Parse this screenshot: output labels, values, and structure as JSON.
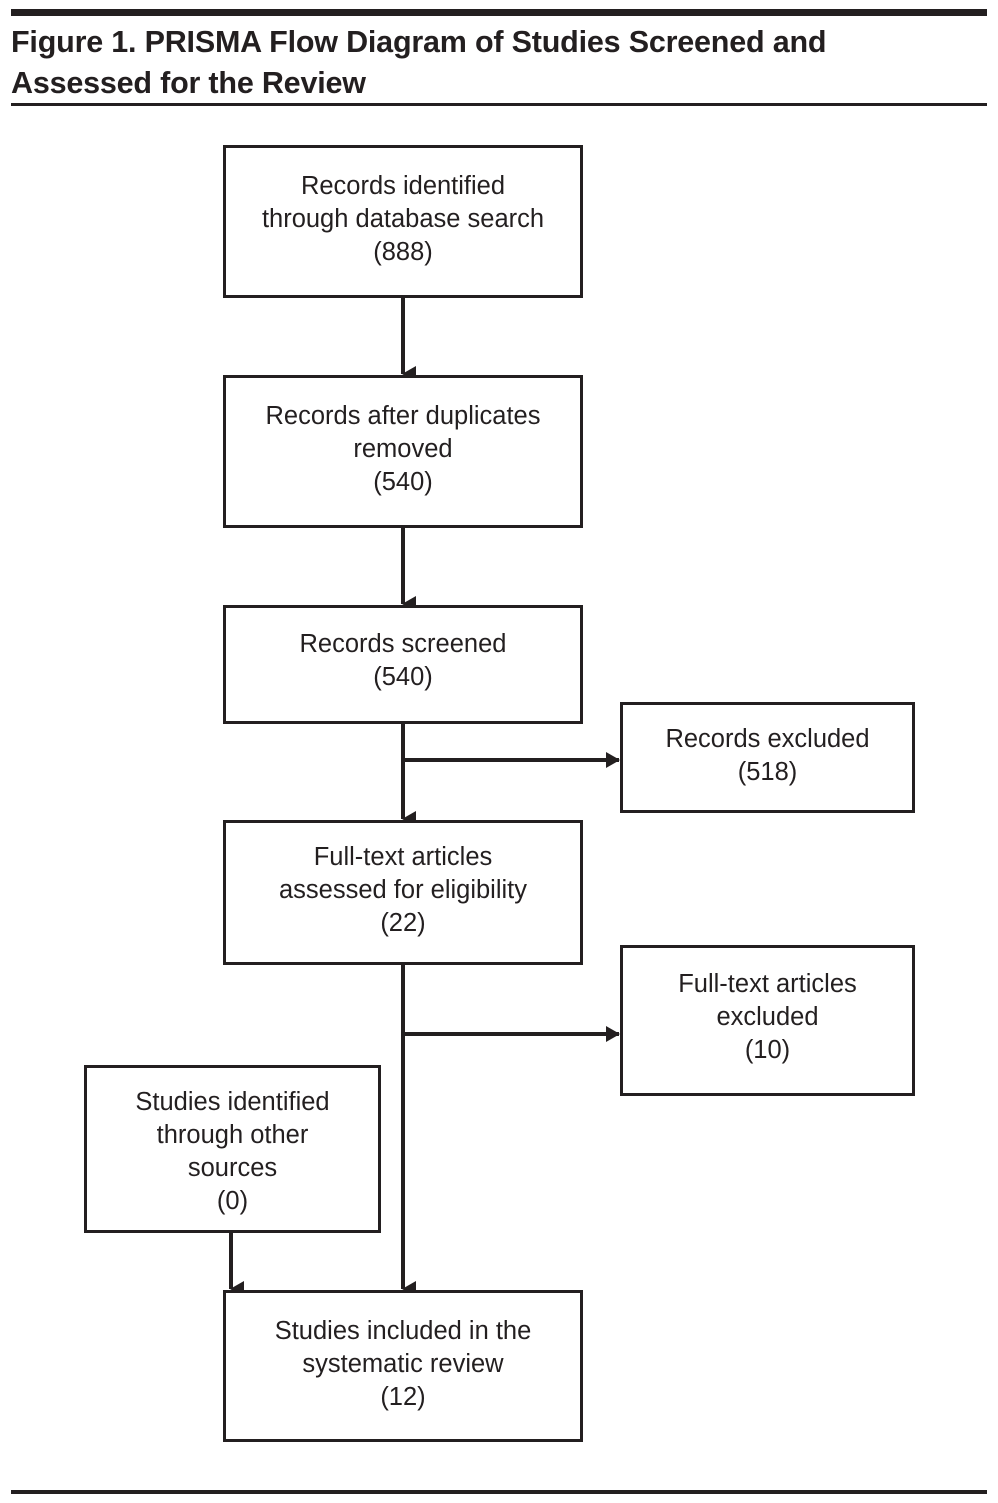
{
  "figure": {
    "title": "Figure 1. PRISMA Flow Diagram of Studies Screened and Assessed for the Review"
  },
  "chart_data": {
    "type": "diagram",
    "diagram_kind": "prisma-flow-diagram",
    "title": "Figure 1. PRISMA Flow Diagram of Studies Screened and Assessed for the Review",
    "nodes": [
      {
        "id": "identified",
        "label": "Records identified\nthrough database search\n(888)",
        "count": 888
      },
      {
        "id": "duplicates",
        "label": "Records after duplicates\nremoved\n(540)",
        "count": 540
      },
      {
        "id": "screened",
        "label": "Records screened\n(540)",
        "count": 540
      },
      {
        "id": "excluded_records",
        "label": "Records excluded\n(518)",
        "count": 518
      },
      {
        "id": "fulltext",
        "label": "Full-text articles\nassessed for eligibility\n(22)",
        "count": 22
      },
      {
        "id": "excluded_fulltext",
        "label": "Full-text articles\nexcluded\n(10)",
        "count": 10
      },
      {
        "id": "other_sources",
        "label": "Studies identified\nthrough other\nsources\n(0)",
        "count": 0
      },
      {
        "id": "included",
        "label": "Studies included in the\nsystematic review\n(12)",
        "count": 12
      }
    ],
    "edges": [
      {
        "from": "identified",
        "to": "duplicates",
        "direction": "down"
      },
      {
        "from": "duplicates",
        "to": "screened",
        "direction": "down"
      },
      {
        "from": "screened",
        "to": "fulltext",
        "direction": "down"
      },
      {
        "from": "screened",
        "to": "excluded_records",
        "direction": "right"
      },
      {
        "from": "fulltext",
        "to": "included",
        "direction": "down"
      },
      {
        "from": "fulltext",
        "to": "excluded_fulltext",
        "direction": "right"
      },
      {
        "from": "other_sources",
        "to": "included",
        "direction": "down"
      }
    ],
    "colors": {
      "stroke": "#231f20",
      "fill": "#ffffff",
      "text": "#231f20"
    }
  }
}
